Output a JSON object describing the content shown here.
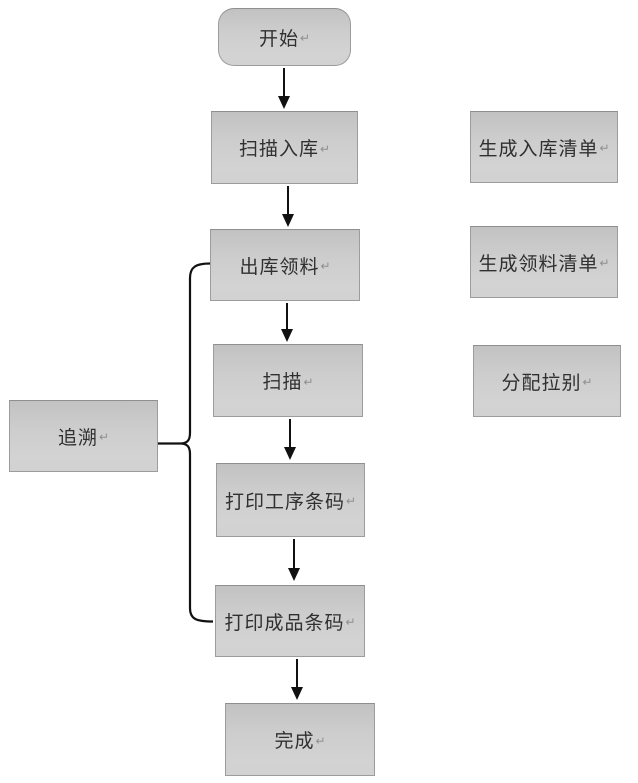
{
  "diagram": {
    "type": "flowchart",
    "paragraph_mark": "↵",
    "main_flow": [
      {
        "id": "start",
        "label": "开始",
        "shape": "rounded-rectangle"
      },
      {
        "id": "scan-inbound",
        "label": "扫描入库",
        "shape": "rectangle"
      },
      {
        "id": "outbound-picking",
        "label": "出库领料",
        "shape": "rectangle"
      },
      {
        "id": "scan",
        "label": "扫描",
        "shape": "rectangle"
      },
      {
        "id": "print-process-barcode",
        "label": "打印工序条码",
        "shape": "rectangle"
      },
      {
        "id": "print-finished-barcode",
        "label": "打印成品条码",
        "shape": "rectangle"
      },
      {
        "id": "finish",
        "label": "完成",
        "shape": "rectangle"
      }
    ],
    "side_outputs": [
      {
        "id": "generate-inbound-list",
        "label": "生成入库清单",
        "aligned_with": "扫描入库"
      },
      {
        "id": "generate-picking-list",
        "label": "生成领料清单",
        "aligned_with": "出库领料"
      },
      {
        "id": "assign-line",
        "label": "分配拉别",
        "aligned_with": "扫描"
      }
    ],
    "trace_node": {
      "id": "trace",
      "label": "追溯"
    },
    "connections": [
      {
        "from": "开始",
        "to": "扫描入库",
        "type": "arrow"
      },
      {
        "from": "扫描入库",
        "to": "出库领料",
        "type": "arrow"
      },
      {
        "from": "出库领料",
        "to": "扫描",
        "type": "arrow"
      },
      {
        "from": "扫描",
        "to": "打印工序条码",
        "type": "arrow"
      },
      {
        "from": "打印工序条码",
        "to": "打印成品条码",
        "type": "arrow"
      },
      {
        "from": "打印成品条码",
        "to": "完成",
        "type": "arrow"
      },
      {
        "from": "追溯",
        "spans_from": "出库领料",
        "spans_to": "打印成品条码",
        "type": "brace"
      }
    ],
    "colors": {
      "node_fill_top": "#c2c2c2",
      "node_fill_bottom": "#d3d3d3",
      "node_border": "#9c9c9c",
      "node_text": "#303030",
      "paragraph_mark": "#8f8f8f",
      "connector": "#111111",
      "background": "#ffffff"
    }
  }
}
